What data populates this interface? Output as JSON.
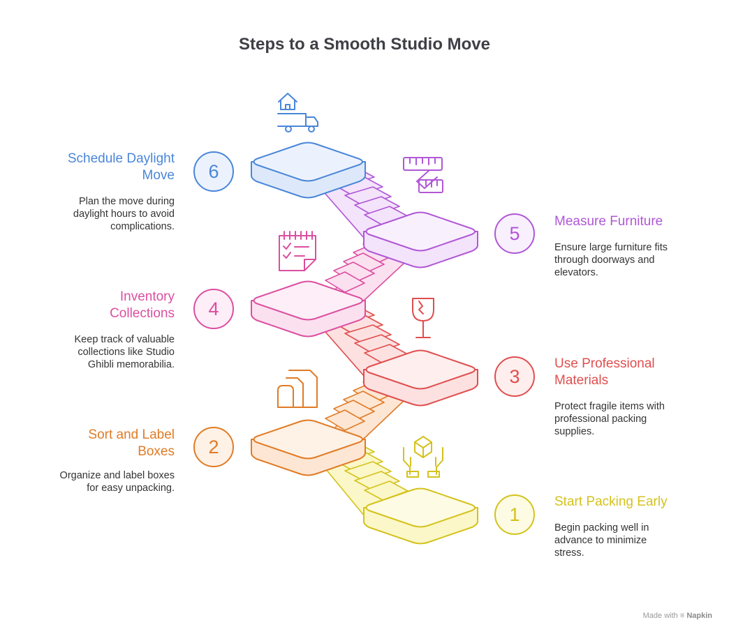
{
  "title": "Steps to a Smooth Studio Move",
  "steps": [
    {
      "number": "1",
      "heading": "Start Packing Early",
      "description": "Begin packing well in advance to minimize stress.",
      "color": "#d4c21c",
      "icon": "hands-box-icon"
    },
    {
      "number": "2",
      "heading": "Sort and Label Boxes",
      "description": "Organize and label boxes for easy unpacking.",
      "color": "#e07b26",
      "icon": "documents-icon"
    },
    {
      "number": "3",
      "heading": "Use Professional Materials",
      "description": "Protect fragile items with professional packing supplies.",
      "color": "#e04e4e",
      "icon": "fragile-glass-icon"
    },
    {
      "number": "4",
      "heading": "Inventory Collections",
      "description": "Keep track of valuable collections like Studio Ghibli memorabilia.",
      "color": "#db4fa0",
      "icon": "checklist-icon"
    },
    {
      "number": "5",
      "heading": "Measure Furniture",
      "description": "Ensure large furniture fits through doorways and elevators.",
      "color": "#b057d6",
      "icon": "tape-measure-icon"
    },
    {
      "number": "6",
      "heading": "Schedule Daylight Move",
      "description": "Plan the move during daylight hours to avoid complications.",
      "color": "#4a86d8",
      "icon": "moving-truck-icon"
    }
  ],
  "footer": {
    "prefix": "Made with",
    "brand": "Napkin"
  }
}
